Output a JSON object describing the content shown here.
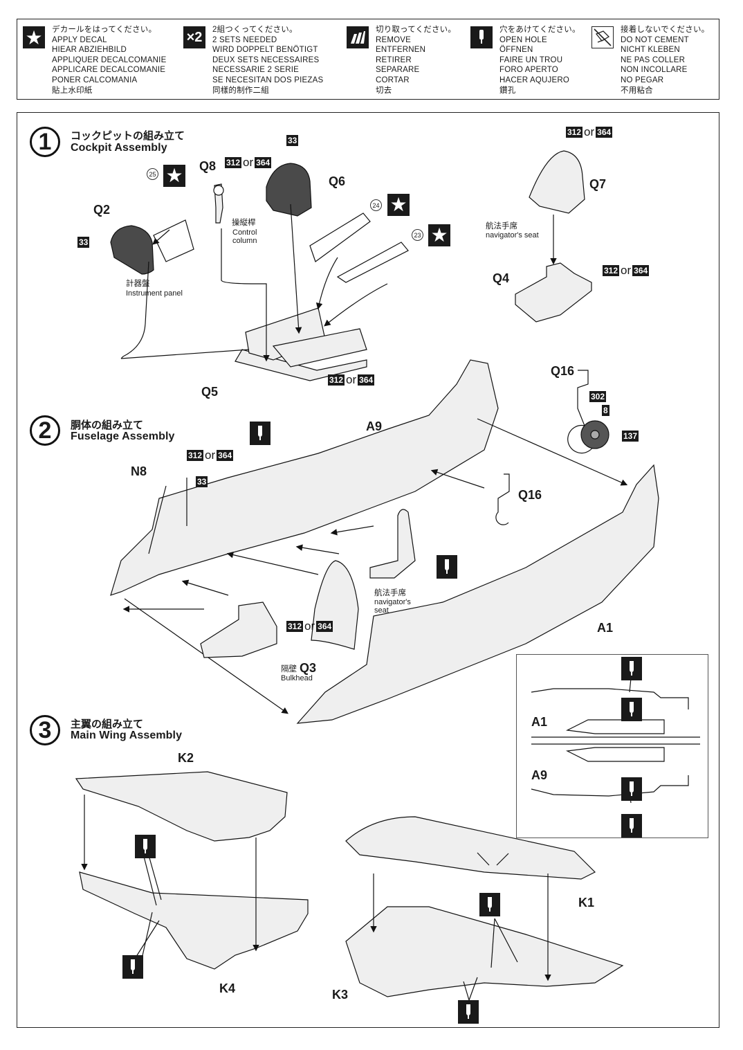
{
  "legend": [
    {
      "icon": "star-decal-icon",
      "lines": [
        "デカールをはってください。",
        "APPLY DECAL",
        "HIEAR ABZIEHBILD",
        "APPLIQUER DECALCOMANIE",
        "APPLICARE DECALCOMANIE",
        "PONER CALCOMANIA",
        "貼上水印紙"
      ]
    },
    {
      "icon": "x2-icon",
      "icon_text": "×2",
      "lines": [
        "2組つくってください。",
        "2 SETS NEEDED",
        "WIRD DOPPELT BENÖTIGT",
        "DEUX SETS NECESSAIRES",
        "NECESSARIE 2 SERIE",
        "SE NECESITAN DOS PIEZAS",
        "同樣的制作二組"
      ]
    },
    {
      "icon": "cut-remove-icon",
      "lines": [
        "切り取ってください。",
        "REMOVE",
        "ENTFERNEN",
        "RETIRER",
        "SEPARARE",
        "CORTAR",
        "切去"
      ]
    },
    {
      "icon": "drill-hole-icon",
      "lines": [
        "穴をあけてください。",
        "OPEN HOLE",
        "ÖFFNEN",
        "FAIRE UN TROU",
        "FORO APERTO",
        "HACER AQUJERO",
        "鑽孔"
      ]
    },
    {
      "icon": "no-cement-icon",
      "lines": [
        "接着しないでください。",
        "DO NOT CEMENT",
        "NICHT KLEBEN",
        "NE PAS COLLER",
        "NON INCOLLARE",
        "NO PEGAR",
        "不用粘合"
      ]
    }
  ],
  "steps": [
    {
      "number": "1",
      "title_jp": "コックピットの組み立て",
      "title_en": "Cockpit Assembly"
    },
    {
      "number": "2",
      "title_jp": "胴体の組み立て",
      "title_en": "Fuselage Assembly"
    },
    {
      "number": "3",
      "title_jp": "主翼の組み立て",
      "title_en": "Main Wing Assembly"
    }
  ],
  "colors": {
    "ink": "#1a1a1a",
    "part_dark": "#4a4a4a",
    "part_mid": "#cfcfcf",
    "part_light": "#efefef"
  },
  "paint": {
    "c33": "33",
    "c312": "312",
    "c364": "364",
    "c302": "302",
    "c8": "8",
    "c137": "137",
    "or": "or"
  },
  "step1": {
    "parts": {
      "Q2": "Q2",
      "Q8": "Q8",
      "Q6": "Q6",
      "Q7": "Q7",
      "Q4": "Q4",
      "Q5": "Q5"
    },
    "decals": {
      "d25": "25",
      "d24": "24",
      "d23": "23"
    },
    "captions": {
      "control_jp": "操縦桿",
      "control_en_1": "Control",
      "control_en_2": "column",
      "instrument_jp": "計器盤",
      "instrument_en": "Instrument panel",
      "navseat_jp": "航法手席",
      "navseat_en": "navigator's seat"
    }
  },
  "step2": {
    "parts": {
      "A9": "A9",
      "N8": "N8",
      "Q16a": "Q16",
      "Q16b": "Q16",
      "A1": "A1",
      "Q3": "Q3"
    },
    "captions": {
      "navseat_jp": "航法手席",
      "navseat_en_1": "navigator's",
      "navseat_en_2": "seat",
      "bulkhead_jp": "隔壁",
      "bulkhead_en": "Bulkhead"
    },
    "inset": {
      "A1": "A1",
      "A9": "A9"
    }
  },
  "step3": {
    "parts": {
      "K2": "K2",
      "K4": "K4",
      "K1": "K1",
      "K3": "K3"
    }
  },
  "star": "★"
}
